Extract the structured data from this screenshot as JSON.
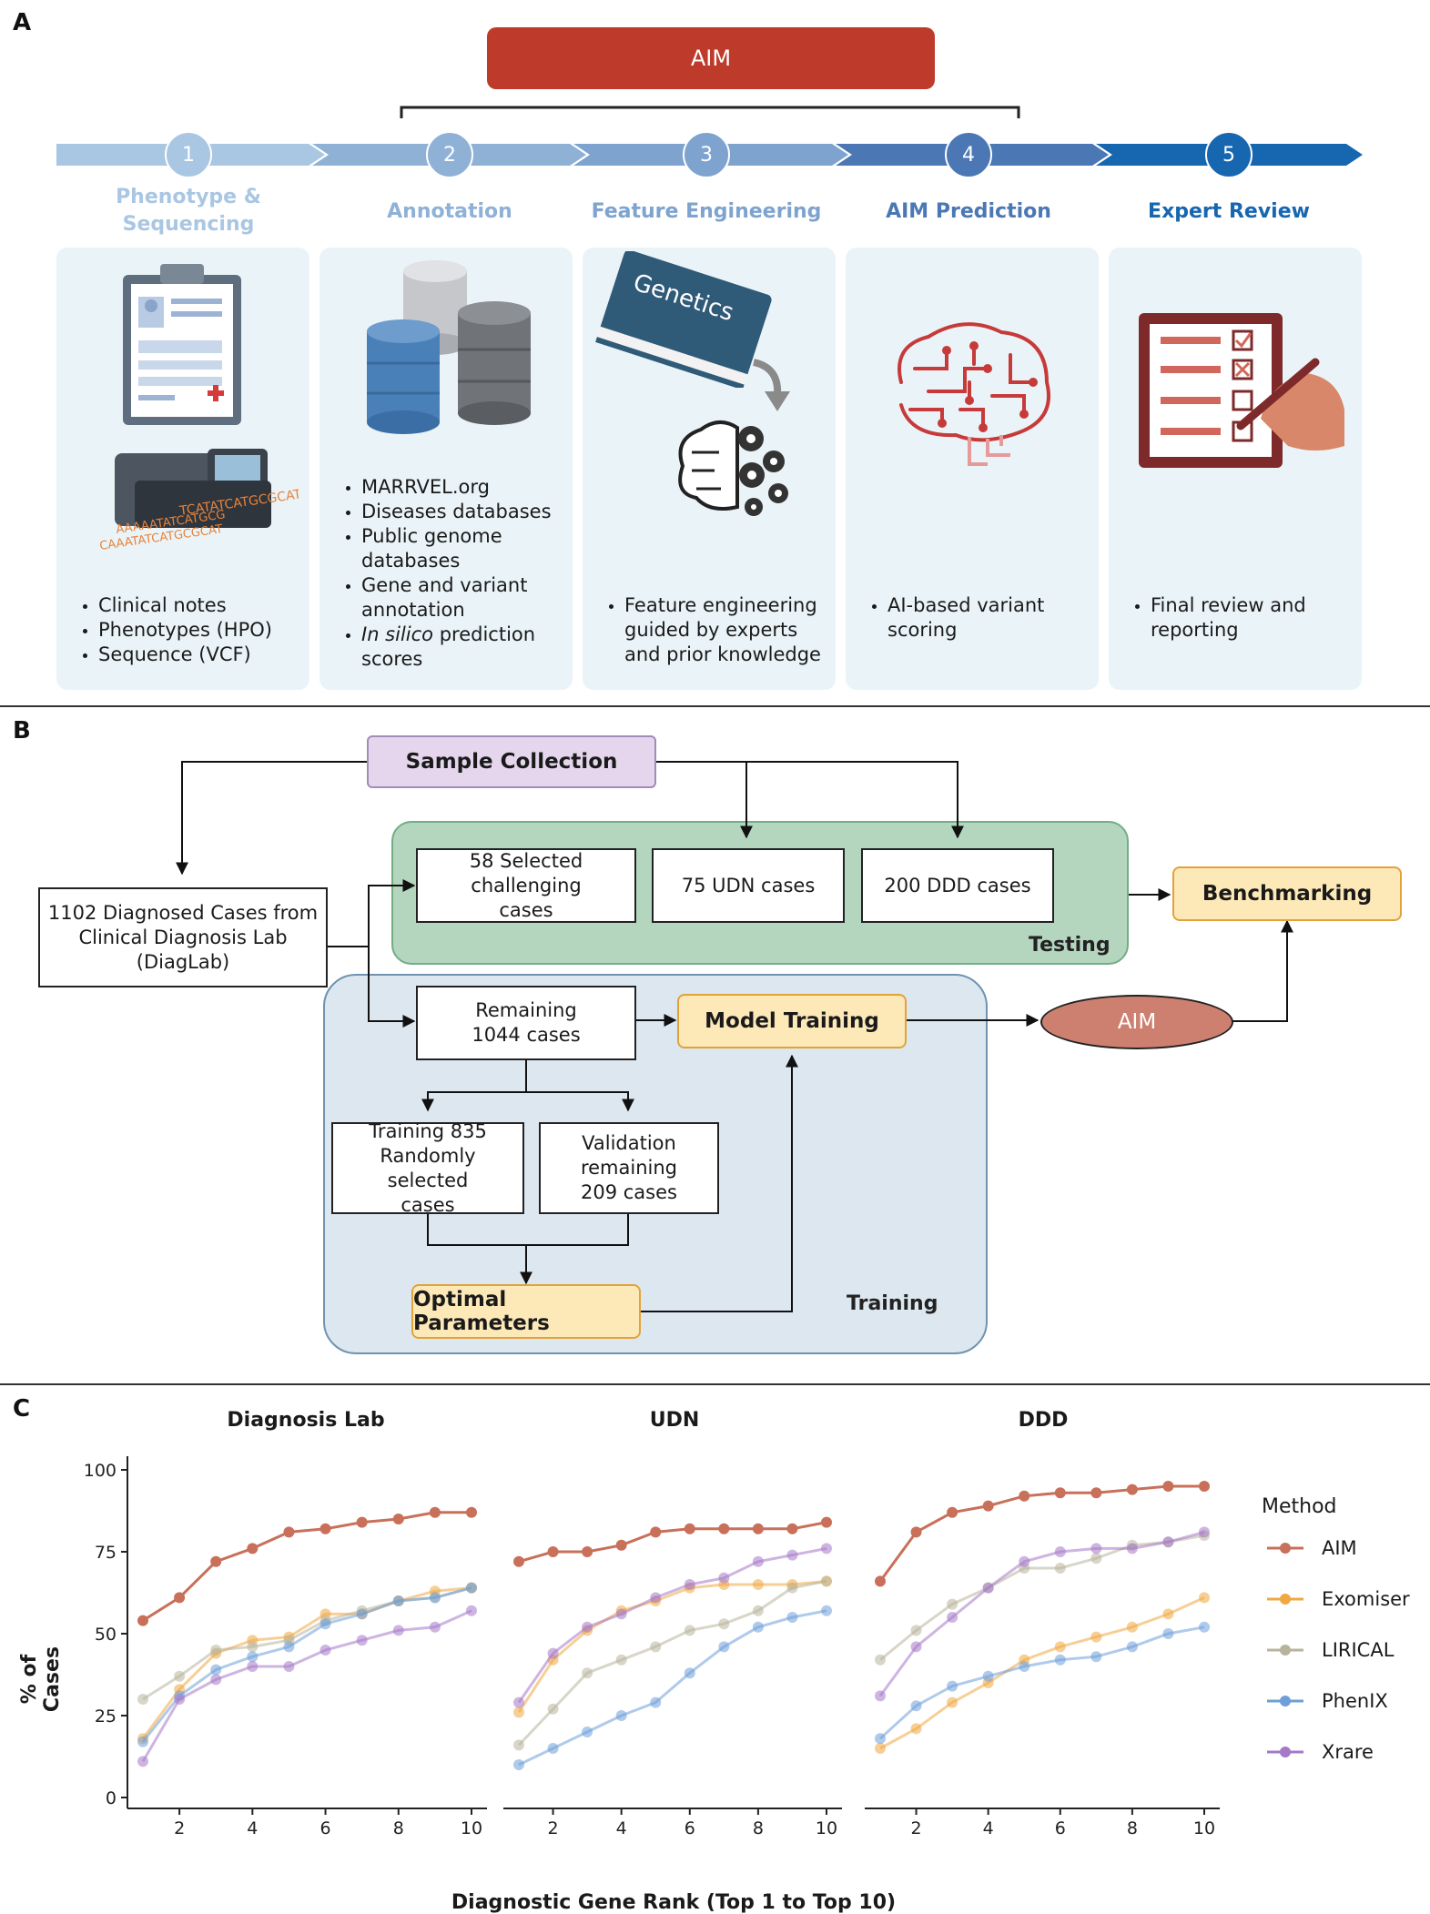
{
  "panel_a": {
    "letter": "A",
    "aim_banner": "AIM",
    "steps": [
      {
        "num": "1",
        "label_lines": [
          "Phenotype &",
          "Sequencing"
        ],
        "color": "#a9c6e3",
        "bullets": [
          "Clinical notes",
          "Phenotypes (HPO)",
          "Sequence (VCF)"
        ]
      },
      {
        "num": "2",
        "label_lines": [
          "Annotation"
        ],
        "color": "#8fb1d6",
        "bullets": [
          "MARRVEL.org",
          "Diseases databases",
          "Public genome databases",
          "Gene and variant annotation",
          "In silico prediction scores"
        ]
      },
      {
        "num": "3",
        "label_lines": [
          "Feature Engineering"
        ],
        "color": "#7ea3cf",
        "bullets": [
          "Feature engineering guided by experts and prior knowledge"
        ]
      },
      {
        "num": "4",
        "label_lines": [
          "AIM Prediction"
        ],
        "color": "#4b77b5",
        "bullets": [
          "AI-based variant scoring"
        ]
      },
      {
        "num": "5",
        "label_lines": [
          "Expert Review"
        ],
        "color": "#1766b0",
        "bullets": [
          "Final review and reporting"
        ]
      }
    ],
    "italic_fragment": "In silico",
    "book_label": "Genetics",
    "dna_text": [
      "TCATATCATGCGCAT",
      "AAAAATATCATGCG",
      "CAAATATCATGCGCAT"
    ]
  },
  "panel_b": {
    "letter": "B",
    "sample_collection": "Sample Collection",
    "diagnosed_cases": "1102 Diagnosed Cases from Clinical Diagnosis Lab (DiagLab)",
    "selected": "58 Selected challenging cases",
    "udn": "75 UDN cases",
    "ddd": "200 DDD cases",
    "testing": "Testing",
    "benchmarking": "Benchmarking",
    "remaining": "Remaining 1044 cases",
    "model_training": "Model Training",
    "aim": "AIM",
    "training_box": "Training 835 Randomly selected cases",
    "validation_box": "Validation remaining 209 cases",
    "optimal": "Optimal Parameters",
    "training": "Training"
  },
  "panel_c": {
    "letter": "C",
    "legend_title": "Method",
    "colors": {
      "AIM": "#c8705a",
      "Exomiser": "#f0a840",
      "LIRICAL": "#b8b49c",
      "PhenIX": "#6e9fd8",
      "Xrare": "#a678c8"
    },
    "ylabel": "% of Cases",
    "xlabel": "Diagnostic Gene Rank (Top 1 to Top 10)"
  },
  "chart_data": [
    {
      "type": "line",
      "title": "Diagnosis Lab",
      "x": [
        1,
        2,
        3,
        4,
        5,
        6,
        7,
        8,
        9,
        10
      ],
      "xticks": [
        2,
        4,
        6,
        8,
        10
      ],
      "yticks": [
        0,
        25,
        50,
        75,
        100
      ],
      "ylim": [
        0,
        100
      ],
      "series": [
        {
          "name": "AIM",
          "values": [
            54,
            61,
            72,
            76,
            81,
            82,
            84,
            85,
            87,
            87
          ]
        },
        {
          "name": "Exomiser",
          "values": [
            18,
            33,
            44,
            48,
            49,
            56,
            56,
            60,
            63,
            64
          ]
        },
        {
          "name": "LIRICAL",
          "values": [
            30,
            37,
            45,
            46,
            48,
            54,
            57,
            60,
            61,
            64
          ]
        },
        {
          "name": "PhenIX",
          "values": [
            17,
            31,
            39,
            43,
            46,
            53,
            56,
            60,
            61,
            64
          ]
        },
        {
          "name": "Xrare",
          "values": [
            11,
            30,
            36,
            40,
            40,
            45,
            48,
            51,
            52,
            57
          ]
        }
      ]
    },
    {
      "type": "line",
      "title": "UDN",
      "x": [
        1,
        2,
        3,
        4,
        5,
        6,
        7,
        8,
        9,
        10
      ],
      "xticks": [
        2,
        4,
        6,
        8,
        10
      ],
      "ylim": [
        0,
        100
      ],
      "series": [
        {
          "name": "AIM",
          "values": [
            72,
            75,
            75,
            77,
            81,
            82,
            82,
            82,
            82,
            84
          ]
        },
        {
          "name": "Exomiser",
          "values": [
            26,
            42,
            51,
            57,
            60,
            64,
            65,
            65,
            65,
            66
          ]
        },
        {
          "name": "LIRICAL",
          "values": [
            16,
            27,
            38,
            42,
            46,
            51,
            53,
            57,
            64,
            66
          ]
        },
        {
          "name": "PhenIX",
          "values": [
            10,
            15,
            20,
            25,
            29,
            38,
            46,
            52,
            55,
            57
          ]
        },
        {
          "name": "Xrare",
          "values": [
            29,
            44,
            52,
            56,
            61,
            65,
            67,
            72,
            74,
            76
          ]
        }
      ]
    },
    {
      "type": "line",
      "title": "DDD",
      "x": [
        1,
        2,
        3,
        4,
        5,
        6,
        7,
        8,
        9,
        10
      ],
      "xticks": [
        2,
        4,
        6,
        8,
        10
      ],
      "ylim": [
        0,
        100
      ],
      "series": [
        {
          "name": "AIM",
          "values": [
            66,
            81,
            87,
            89,
            92,
            93,
            93,
            94,
            95,
            95
          ]
        },
        {
          "name": "Exomiser",
          "values": [
            15,
            21,
            29,
            35,
            42,
            46,
            49,
            52,
            56,
            61
          ]
        },
        {
          "name": "LIRICAL",
          "values": [
            42,
            51,
            59,
            64,
            70,
            70,
            73,
            77,
            78,
            80
          ]
        },
        {
          "name": "PhenIX",
          "values": [
            18,
            28,
            34,
            37,
            40,
            42,
            43,
            46,
            50,
            52
          ]
        },
        {
          "name": "Xrare",
          "values": [
            31,
            46,
            55,
            64,
            72,
            75,
            76,
            76,
            78,
            81
          ]
        }
      ]
    }
  ]
}
